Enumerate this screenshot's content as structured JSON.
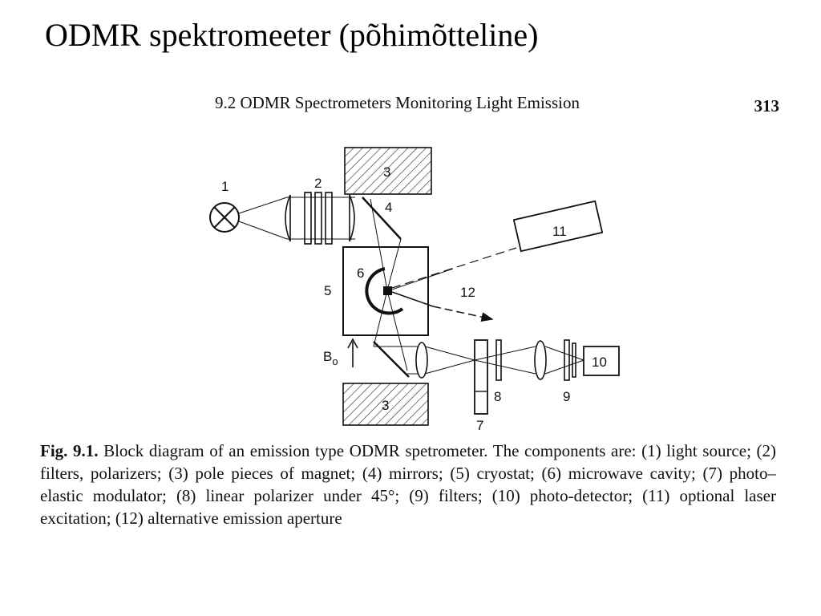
{
  "slide": {
    "title": "ODMR spektromeeter (põhimõtteline)"
  },
  "page_header": {
    "running_head": "9.2 ODMR Spectrometers Monitoring Light Emission",
    "page_number": "313"
  },
  "diagram": {
    "labels": {
      "light_source": "1",
      "filters": "2",
      "pole_top": "3",
      "mirror": "4",
      "cryostat": "5",
      "cavity": "6",
      "modulator": "7",
      "polarizer": "8",
      "filters_2": "9",
      "detector": "10",
      "laser": "11",
      "aperture": "12",
      "pole_bottom": "3",
      "field_symbol": "B",
      "field_subscript": "o"
    }
  },
  "caption": {
    "label": "Fig. 9.1.",
    "text": " Block diagram of an emission type ODMR spetrometer. The components are: (1) light source; (2) filters, polarizers; (3) pole pieces of magnet; (4) mirrors; (5) cryostat; (6) microwave cavity; (7) photo–elastic modulator; (8) linear polarizer under 45°; (9) filters; (10) photo-detector; (11) optional laser excitation; (12) alternative emission aperture"
  }
}
